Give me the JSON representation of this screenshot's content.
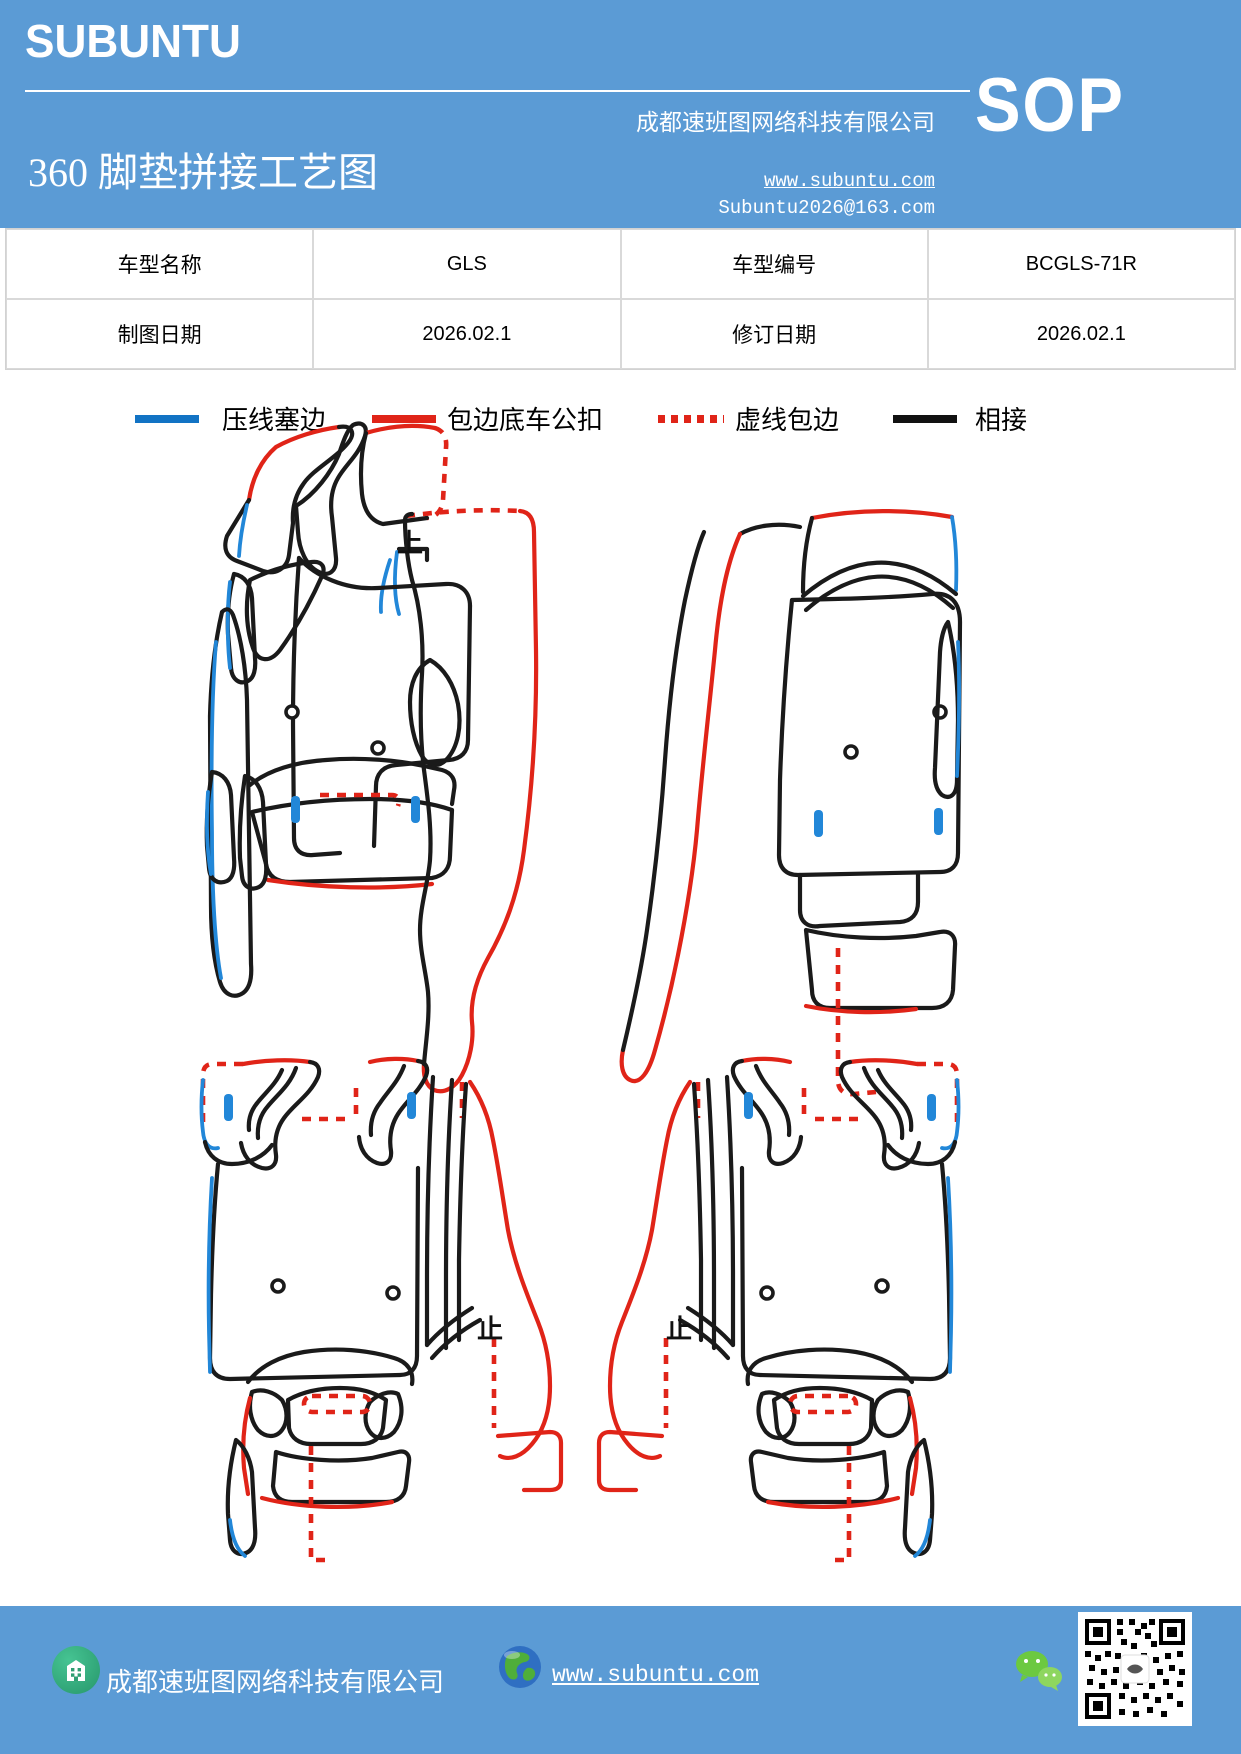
{
  "header": {
    "brand": "SUBUNTU",
    "company": "成都速班图网络科技有限公司",
    "title": "360 脚垫拼接工艺图",
    "website": "www.subuntu.com",
    "email": "Subuntu2026@163.com",
    "sop_label": "SOP"
  },
  "info_table": {
    "rows": [
      {
        "label1": "车型名称",
        "value1": "GLS",
        "label2": "车型编号",
        "value2": "BCGLS-71R"
      },
      {
        "label1": "制图日期",
        "value1": "2026.02.1",
        "label2": "修订日期",
        "value2": "2026.02.1"
      }
    ]
  },
  "legend": {
    "items": [
      {
        "label": "压线塞边",
        "color": "#1273c4",
        "style": "solid"
      },
      {
        "label": "包边底车公扣",
        "color": "#e02418",
        "style": "solid"
      },
      {
        "label": "虚线包边",
        "color": "#e02418",
        "style": "dotted"
      },
      {
        "label": "相接",
        "color": "#111111",
        "style": "solid"
      }
    ]
  },
  "diagram": {
    "colors": {
      "press_edge_blue": "#2287d8",
      "bind_red": "#e02418",
      "dash_red": "#e02418",
      "join_black": "#1a1a1a"
    },
    "annotations": [
      {
        "text": "上"
      },
      {
        "text": "止"
      },
      {
        "text": "止"
      }
    ]
  },
  "footer": {
    "company": "成都速班图网络科技有限公司",
    "website": "www.subuntu.com"
  }
}
